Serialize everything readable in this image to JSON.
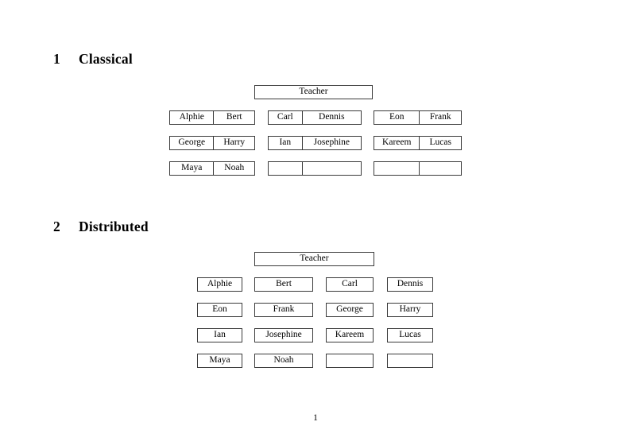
{
  "document": {
    "page_number": "1",
    "sections": [
      {
        "number": "1",
        "title": "Classical",
        "root": {
          "label": "Teacher"
        },
        "groups": [
          {
            "rows": [
              {
                "left": "Alphie",
                "right": "Bert"
              },
              {
                "left": "George",
                "right": "Harry"
              },
              {
                "left": "Maya",
                "right": "Noah"
              }
            ]
          },
          {
            "rows": [
              {
                "left": "Carl",
                "right": "Dennis"
              },
              {
                "left": "Ian",
                "right": "Josephine"
              },
              {
                "left": "",
                "right": ""
              }
            ]
          },
          {
            "rows": [
              {
                "left": "Eon",
                "right": "Frank"
              },
              {
                "left": "Kareem",
                "right": "Lucas"
              },
              {
                "left": "",
                "right": ""
              }
            ]
          }
        ]
      },
      {
        "number": "2",
        "title": "Distributed",
        "root": {
          "label": "Teacher"
        },
        "grid": {
          "rows": [
            [
              "Alphie",
              "Bert",
              "Carl",
              "Dennis"
            ],
            [
              "Eon",
              "Frank",
              "George",
              "Harry"
            ],
            [
              "Ian",
              "Josephine",
              "Kareem",
              "Lucas"
            ],
            [
              "Maya",
              "Noah",
              "",
              ""
            ]
          ]
        }
      }
    ]
  },
  "colors": {
    "page_background": "#ffffff",
    "text": "#000000",
    "box_border": "#3a3a3a"
  }
}
